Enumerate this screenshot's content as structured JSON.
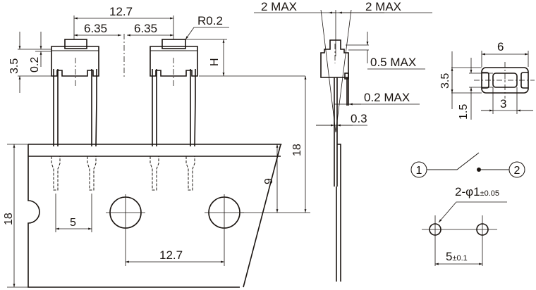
{
  "front_view": {
    "pitch_total": "12.7",
    "half_pitch_left": "6.35",
    "half_pitch_right": "6.35",
    "radius": "R0.2",
    "height_label": "H",
    "body_height": "3.5",
    "step": "0.2",
    "lead_length": "18",
    "tape_width": "18",
    "hole_offset": "9",
    "lead_spacing": "5",
    "hole_pitch": "12.7"
  },
  "side_view": {
    "tilt_left": "2 MAX",
    "tilt_right": "2 MAX",
    "protrusion": "0.5 MAX",
    "lead_offset": "0.2 MAX",
    "lead_thickness": "0.3"
  },
  "top_view": {
    "length": "6",
    "width": "3.5",
    "button_width": "1.5",
    "button_length": "3"
  },
  "circuit": {
    "terminal_1": "1",
    "terminal_2": "2"
  },
  "pcb_layout": {
    "hole_spec": "2-φ1",
    "hole_tol": "±0.05",
    "spacing": "5",
    "spacing_tol": "±0.1"
  }
}
